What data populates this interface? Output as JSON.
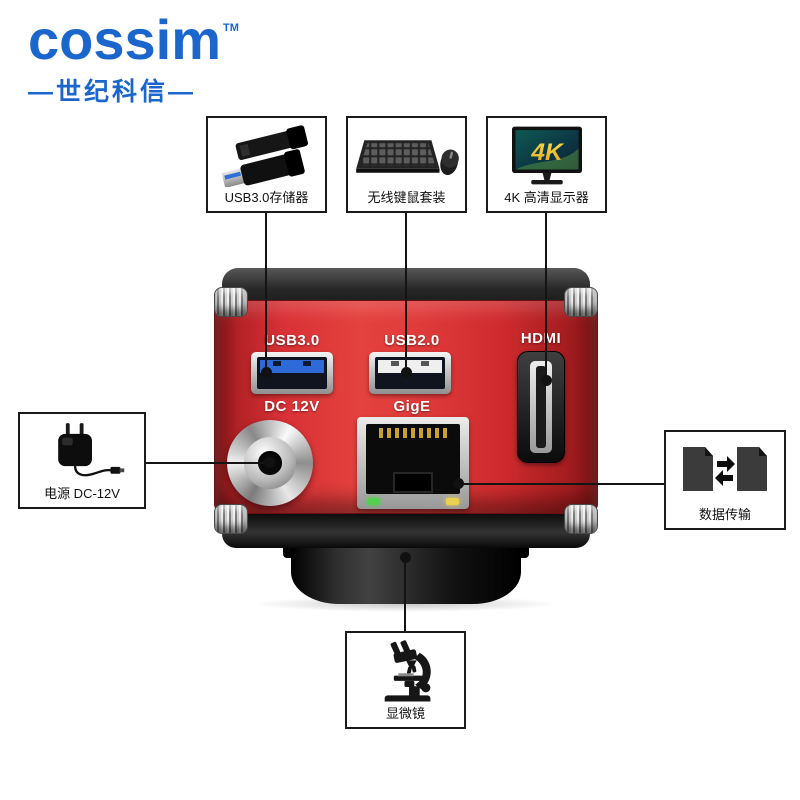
{
  "logo": {
    "brand": "cossim",
    "tm": "TM",
    "subtitle": "—世纪科信—"
  },
  "peripherals": {
    "usb_storage": "USB3.0存储器",
    "keyboard_mouse": "无线键鼠套装",
    "display": "4K 高清显示器",
    "display_screen_text": "4K",
    "power": "电源 DC-12V",
    "data_transfer": "数据传输",
    "microscope": "显微镜"
  },
  "camera_ports": {
    "usb3": "USB3.0",
    "usb2": "USB2.0",
    "hdmi": "HDMI",
    "dc": "DC 12V",
    "gige": "GigE"
  },
  "colors": {
    "brand_blue": "#1b66cc",
    "camera_red": "#d8302f",
    "usb3_blue": "#2e6bd8",
    "line_black": "#141414",
    "led_green": "#53d14e",
    "led_yellow": "#ead04e"
  }
}
